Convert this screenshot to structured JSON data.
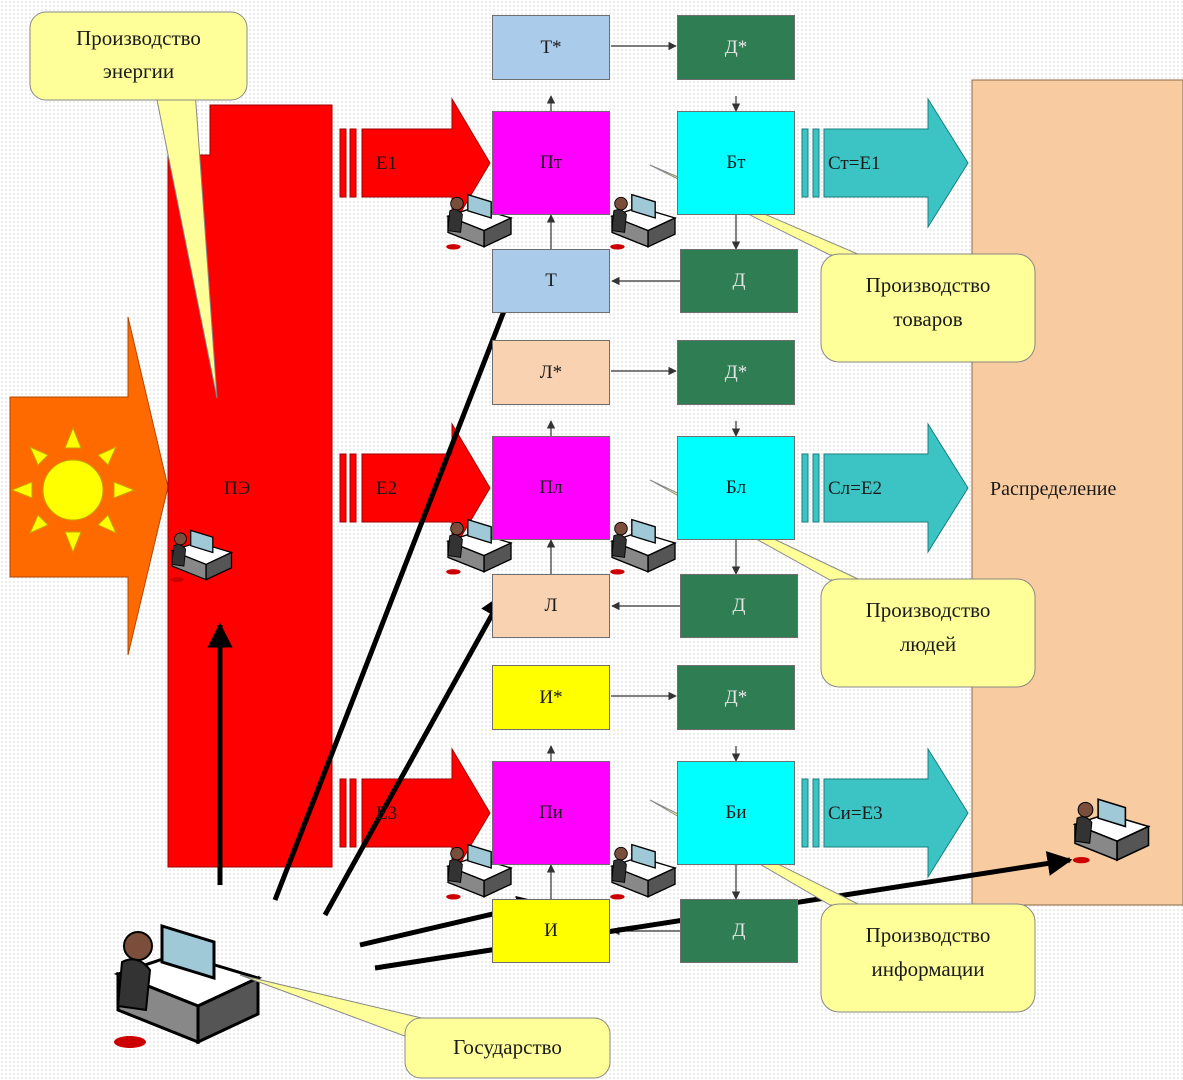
{
  "diagram": {
    "pe_label": "ПЭ",
    "distribution_label": "Распределение",
    "callouts": {
      "energy": [
        "Производство",
        "энергии"
      ],
      "goods": [
        "Производство",
        "товаров"
      ],
      "people": [
        "Производство",
        "людей"
      ],
      "info": [
        "Производство",
        "информации"
      ],
      "state": "Государство"
    },
    "rows": [
      {
        "input": "E1",
        "prod": "Пт",
        "bank": "Бт",
        "output": "Ст=E1",
        "upper_left": "Т*",
        "upper_right": "Д*",
        "lower_left": "Т",
        "lower_right": "Д",
        "pale": "#aacbe9"
      },
      {
        "input": "E2",
        "prod": "Пл",
        "bank": "Бл",
        "output": "Сл=E2",
        "upper_left": "Л*",
        "upper_right": "Д*",
        "lower_left": "Л",
        "lower_right": "Д",
        "pale": "#f9d3b1"
      },
      {
        "input": "E3",
        "prod": "Пи",
        "bank": "Би",
        "output": "Си=E3",
        "upper_left": "И*",
        "upper_right": "Д*",
        "lower_left": "И",
        "lower_right": "Д",
        "pale": "#ffff00"
      }
    ],
    "colors": {
      "energy_block": "#ff0000",
      "sun_arrow": "#ff6a00",
      "sun": "#ffff00",
      "production": "#ff00ff",
      "bank": "#00ffff",
      "money": "#2f7d52",
      "output_arrow": "#3cc3c3",
      "distribution": "#f9cba0",
      "callout": "#ffff99"
    }
  }
}
